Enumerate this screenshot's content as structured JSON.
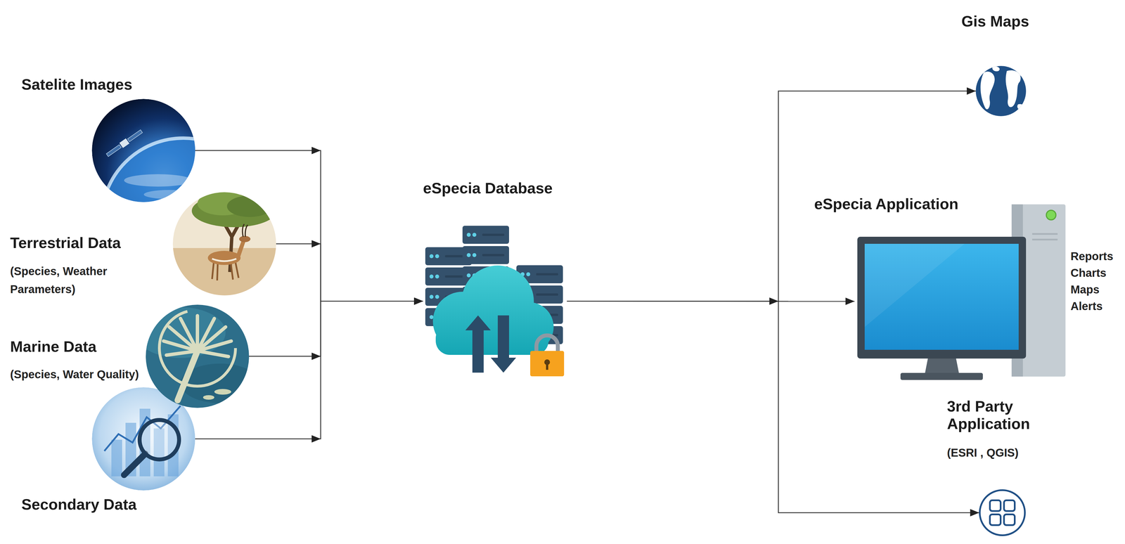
{
  "diagram": {
    "nodes": [
      {
        "text": [
          "Satelite Images"
        ]
      },
      {
        "text": [
          "Terrestrial Data",
          "(Species, Weather Parameters)"
        ]
      },
      {
        "text": [
          "Marine Data",
          "(Species, Water Quality)"
        ]
      },
      {
        "text": [
          "Secondary Data"
        ]
      },
      {
        "text": [
          "eSpecia Database"
        ]
      },
      {
        "text": [
          "Gis Maps"
        ]
      },
      {
        "text": [
          "eSpecia Application",
          "Reports Charts Maps Alerts"
        ]
      },
      {
        "text": [
          "3rd Party Application",
          "(ESRI , QGIS)"
        ]
      }
    ],
    "edges": [
      {
        "from": 0,
        "to": 4,
        "arrow": "to"
      },
      {
        "from": 1,
        "to": 4,
        "arrow": "to"
      },
      {
        "from": 2,
        "to": 4,
        "arrow": "to"
      },
      {
        "from": 3,
        "to": 4,
        "arrow": "to"
      },
      {
        "from": 4,
        "to": 5,
        "arrow": "to"
      },
      {
        "from": 4,
        "to": 6,
        "arrow": "to"
      },
      {
        "from": 4,
        "to": 7,
        "arrow": "to"
      }
    ]
  }
}
